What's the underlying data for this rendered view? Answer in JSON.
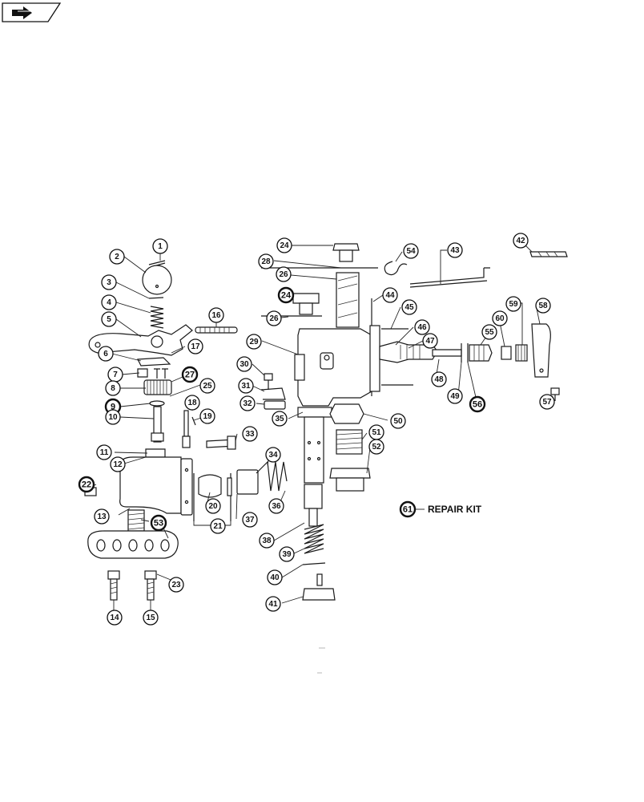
{
  "nav": {
    "icon": "forward-arrow-icon"
  },
  "callouts": [
    {
      "n": "1"
    },
    {
      "n": "2"
    },
    {
      "n": "3"
    },
    {
      "n": "4"
    },
    {
      "n": "5"
    },
    {
      "n": "6"
    },
    {
      "n": "7"
    },
    {
      "n": "8"
    },
    {
      "n": "9"
    },
    {
      "n": "10"
    },
    {
      "n": "11"
    },
    {
      "n": "12"
    },
    {
      "n": "13"
    },
    {
      "n": "14"
    },
    {
      "n": "15"
    },
    {
      "n": "16"
    },
    {
      "n": "17"
    },
    {
      "n": "18"
    },
    {
      "n": "19"
    },
    {
      "n": "20"
    },
    {
      "n": "21"
    },
    {
      "n": "22"
    },
    {
      "n": "23"
    },
    {
      "n": "24"
    },
    {
      "n": "24"
    },
    {
      "n": "25"
    },
    {
      "n": "26"
    },
    {
      "n": "26"
    },
    {
      "n": "27"
    },
    {
      "n": "28"
    },
    {
      "n": "29"
    },
    {
      "n": "30"
    },
    {
      "n": "31"
    },
    {
      "n": "32"
    },
    {
      "n": "33"
    },
    {
      "n": "34"
    },
    {
      "n": "35"
    },
    {
      "n": "36"
    },
    {
      "n": "37"
    },
    {
      "n": "38"
    },
    {
      "n": "39"
    },
    {
      "n": "40"
    },
    {
      "n": "41"
    },
    {
      "n": "42"
    },
    {
      "n": "43"
    },
    {
      "n": "44"
    },
    {
      "n": "45"
    },
    {
      "n": "46"
    },
    {
      "n": "47"
    },
    {
      "n": "48"
    },
    {
      "n": "49"
    },
    {
      "n": "50"
    },
    {
      "n": "51"
    },
    {
      "n": "52"
    },
    {
      "n": "53"
    },
    {
      "n": "54"
    },
    {
      "n": "55"
    },
    {
      "n": "56"
    },
    {
      "n": "57"
    },
    {
      "n": "58"
    },
    {
      "n": "59"
    },
    {
      "n": "60"
    },
    {
      "n": "61"
    }
  ],
  "repair_kit": {
    "label": "REPAIR KIT"
  }
}
